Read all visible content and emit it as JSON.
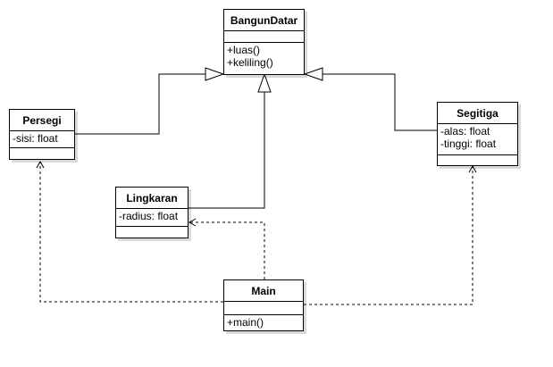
{
  "classes": {
    "bangun_datar": {
      "name": "BangunDatar",
      "attributes": [],
      "operations": [
        "+luas()",
        "+keliling()"
      ]
    },
    "persegi": {
      "name": "Persegi",
      "attributes": [
        "-sisi: float"
      ],
      "operations": []
    },
    "segitiga": {
      "name": "Segitiga",
      "attributes": [
        "-alas: float",
        "-tinggi: float"
      ],
      "operations": []
    },
    "lingkaran": {
      "name": "Lingkaran",
      "attributes": [
        "-radius: float"
      ],
      "operations": []
    },
    "main": {
      "name": "Main",
      "attributes": [],
      "operations": [
        "+main()"
      ]
    }
  },
  "relations": [
    {
      "from": "Persegi",
      "to": "BangunDatar",
      "kind": "generalization"
    },
    {
      "from": "Lingkaran",
      "to": "BangunDatar",
      "kind": "generalization"
    },
    {
      "from": "Segitiga",
      "to": "BangunDatar",
      "kind": "generalization"
    },
    {
      "from": "Main",
      "to": "Persegi",
      "kind": "dependency"
    },
    {
      "from": "Main",
      "to": "Lingkaran",
      "kind": "dependency"
    },
    {
      "from": "Main",
      "to": "Segitiga",
      "kind": "dependency"
    }
  ]
}
